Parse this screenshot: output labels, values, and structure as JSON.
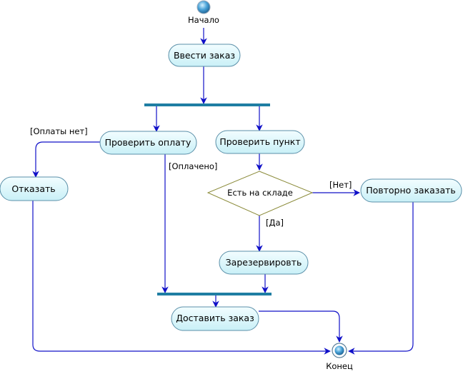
{
  "diagram": {
    "type": "activity",
    "start": {
      "label": "Начало"
    },
    "end": {
      "label": "Конец"
    },
    "actions": {
      "enter_order": "Ввести заказ",
      "check_payment": "Проверить оплату",
      "check_item": "Проверить пункт",
      "reject": "Отказать",
      "reorder": "Повторно заказать",
      "reserve": "Зарезервировть",
      "deliver": "Доставить заказ"
    },
    "decision": {
      "label": "Есть на складе"
    },
    "guards": {
      "no_payment": "[Оплаты нет]",
      "paid": "[Оплачено]",
      "no": "[Нет]",
      "yes": "[Да]"
    },
    "colors": {
      "flow": "#1010c8",
      "bar": "#1f7ea3",
      "action_fill": "#d9f7fb",
      "action_stroke": "#5a8fa8",
      "decision_stroke": "#8b8b3a"
    }
  }
}
